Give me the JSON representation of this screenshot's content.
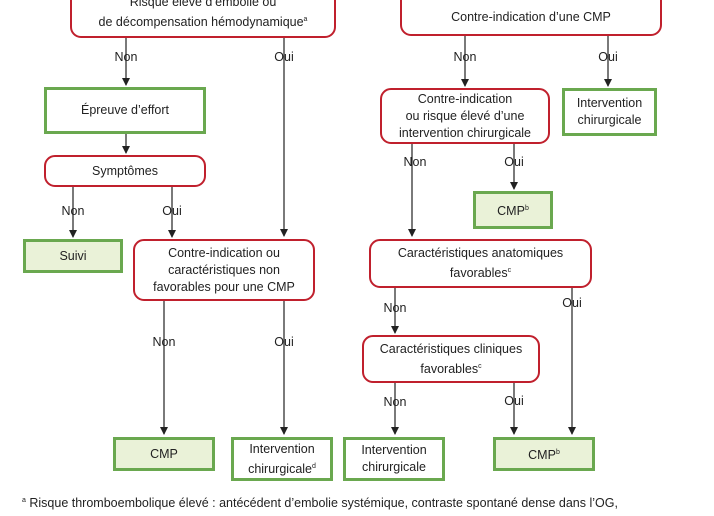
{
  "nodes": {
    "top_left": {
      "line1": "Risque élevé d’embolie ou",
      "line2": "de décompensation hémodynamique",
      "sup": "a"
    },
    "top_right": "Contre-indication d’une CMP",
    "effort": "Épreuve d’effort",
    "symptomes": "Symptômes",
    "suivi": "Suivi",
    "ci_cmp": {
      "line1": "Contre-indication ou",
      "line2": "caractéristiques non",
      "line3": "favorables pour une CMP"
    },
    "ci_chir": {
      "line1": "Contre-indication",
      "line2": "ou risque élevé d’une",
      "line3": "intervention chirurgicale"
    },
    "interv_r1": {
      "line1": "Intervention",
      "line2": "chirurgicale"
    },
    "cmp_r": {
      "text": "CMP",
      "sup": "b"
    },
    "anat": {
      "line1": "Caractéristiques anatomiques",
      "line2": "favorables",
      "sup": "c"
    },
    "clin": {
      "line1": "Caractéristiques cliniques",
      "line2": "favorables",
      "sup": "c"
    },
    "cmp_b1": "CMP",
    "interv_b2": {
      "line1": "Intervention",
      "line2": "chirurgicale",
      "sup": "d"
    },
    "interv_b3": {
      "line1": "Intervention",
      "line2": "chirurgicale"
    },
    "cmp_b4": {
      "text": "CMP",
      "sup": "b"
    }
  },
  "labels": {
    "non": "Non",
    "oui": "Oui"
  },
  "footnote": {
    "sup": "a",
    "text": " Risque thromboembolique élevé : antécédent d’embolie systémique, contraste spontané dense dans l’OG,"
  },
  "colors": {
    "decision_border": "#c0202d",
    "result_border": "#6aa84f",
    "result_fill": "#eaf2d8",
    "arrow": "#222222"
  }
}
